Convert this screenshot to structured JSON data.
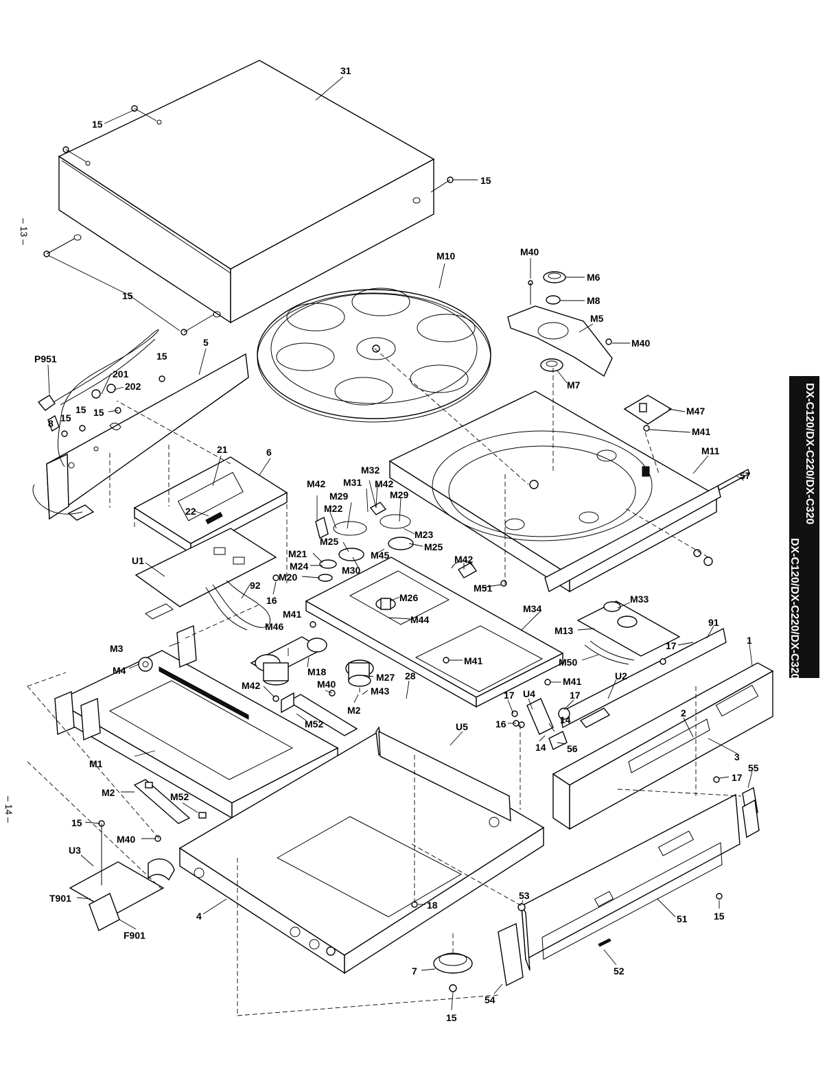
{
  "page_numbers": {
    "upper": "– 13 –",
    "lower": "– 14 –"
  },
  "side_tab": {
    "text": "DX-C120/DX-C220/DX-C320"
  },
  "part_labels": [
    "31",
    "15",
    "15",
    "15",
    "15",
    "M10",
    "M40",
    "M6",
    "M8",
    "M5",
    "M40",
    "M7",
    "P951",
    "201",
    "202",
    "15",
    "15",
    "15",
    "8",
    "15",
    "5",
    "21",
    "6",
    "22",
    "M47",
    "M41",
    "M11",
    "57",
    "M42",
    "M29",
    "M22",
    "M31",
    "M32",
    "M42",
    "M29",
    "M23",
    "M25",
    "M25",
    "M21",
    "M24",
    "M30",
    "M45",
    "M20",
    "U1",
    "92",
    "16",
    "M42",
    "M51",
    "M26",
    "M44",
    "M33",
    "M13",
    "M41",
    "M34",
    "91",
    "17",
    "M50",
    "M41",
    "M46",
    "M18",
    "M3",
    "M4",
    "M27",
    "28",
    "M42",
    "M40",
    "M43",
    "M2",
    "M52",
    "U2",
    "M41",
    "17",
    "U4",
    "17",
    "14",
    "16",
    "14",
    "56",
    "1",
    "2",
    "3",
    "U5",
    "M1",
    "M2",
    "M52",
    "15",
    "M40",
    "U3",
    "T901",
    "F901",
    "4",
    "18",
    "17",
    "55",
    "53",
    "51",
    "15",
    "52",
    "7",
    "15",
    "54"
  ]
}
